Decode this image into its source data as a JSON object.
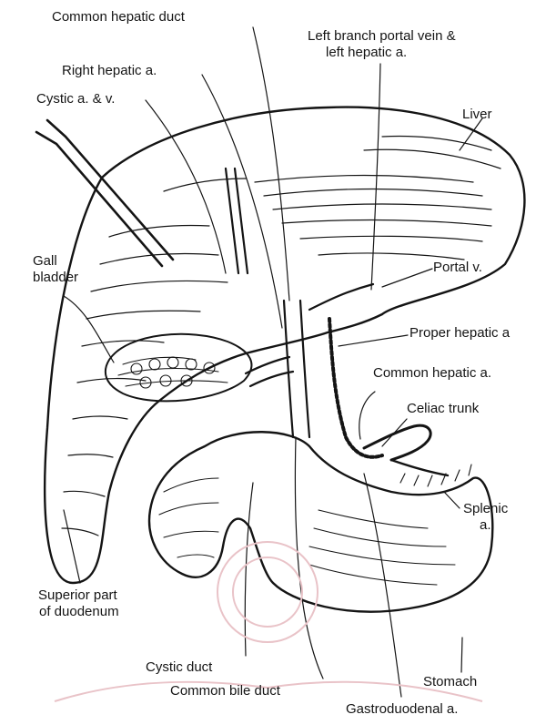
{
  "colors": {
    "ink": "#141414",
    "paper": "#ffffff",
    "watermark": "#e9c3c8"
  },
  "labels": {
    "common_hepatic_duct": "Common hepatic duct",
    "left_branch_portal_vein_line1": "Left branch portal vein &",
    "left_branch_portal_vein_line2": "left hepatic a.",
    "right_hepatic_a": "Right hepatic a.",
    "cystic_a_v": "Cystic a. & v.",
    "liver": "Liver",
    "gall_bladder_line1": "Gall",
    "gall_bladder_line2": "bladder",
    "portal_v": "Portal v.",
    "proper_hepatic_a": "Proper hepatic a",
    "common_hepatic_a": "Common hepatic a.",
    "celiac_trunk": "Celiac trunk",
    "splenic_a_line1": "Splenic",
    "splenic_a_line2": "a.",
    "superior_duodenum_line1": "Superior part",
    "superior_duodenum_line2": "of duodenum",
    "cystic_duct": "Cystic duct",
    "stomach": "Stomach",
    "common_bile_duct": "Common bile duct",
    "gastroduodenal_a": "Gastroduodenal a."
  }
}
